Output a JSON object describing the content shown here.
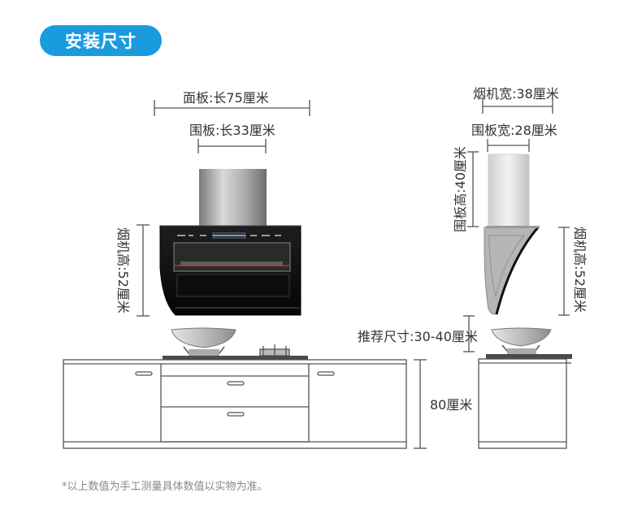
{
  "header": {
    "title": "安装尺寸"
  },
  "dimensions": {
    "panel_length": "面板:长75厘米",
    "skirt_length": "围板:长33厘米",
    "hood_height_front": "烟机高:52厘米",
    "hood_width": "烟机宽:38厘米",
    "skirt_width": "围板宽:28厘米",
    "skirt_height": "围板高:40厘米",
    "hood_height_side": "烟机高:52厘米",
    "recommended_gap": "推荐尺寸:30-40厘米",
    "cabinet_height": "80厘米"
  },
  "footnote": "*以上数值为手工测量具体数值以实物为准。",
  "colors": {
    "accent": "#1a9be0",
    "dim_line": "#555555",
    "cabinet_line": "#555555",
    "glass": "#111111",
    "steel": "#b8b8b8"
  }
}
